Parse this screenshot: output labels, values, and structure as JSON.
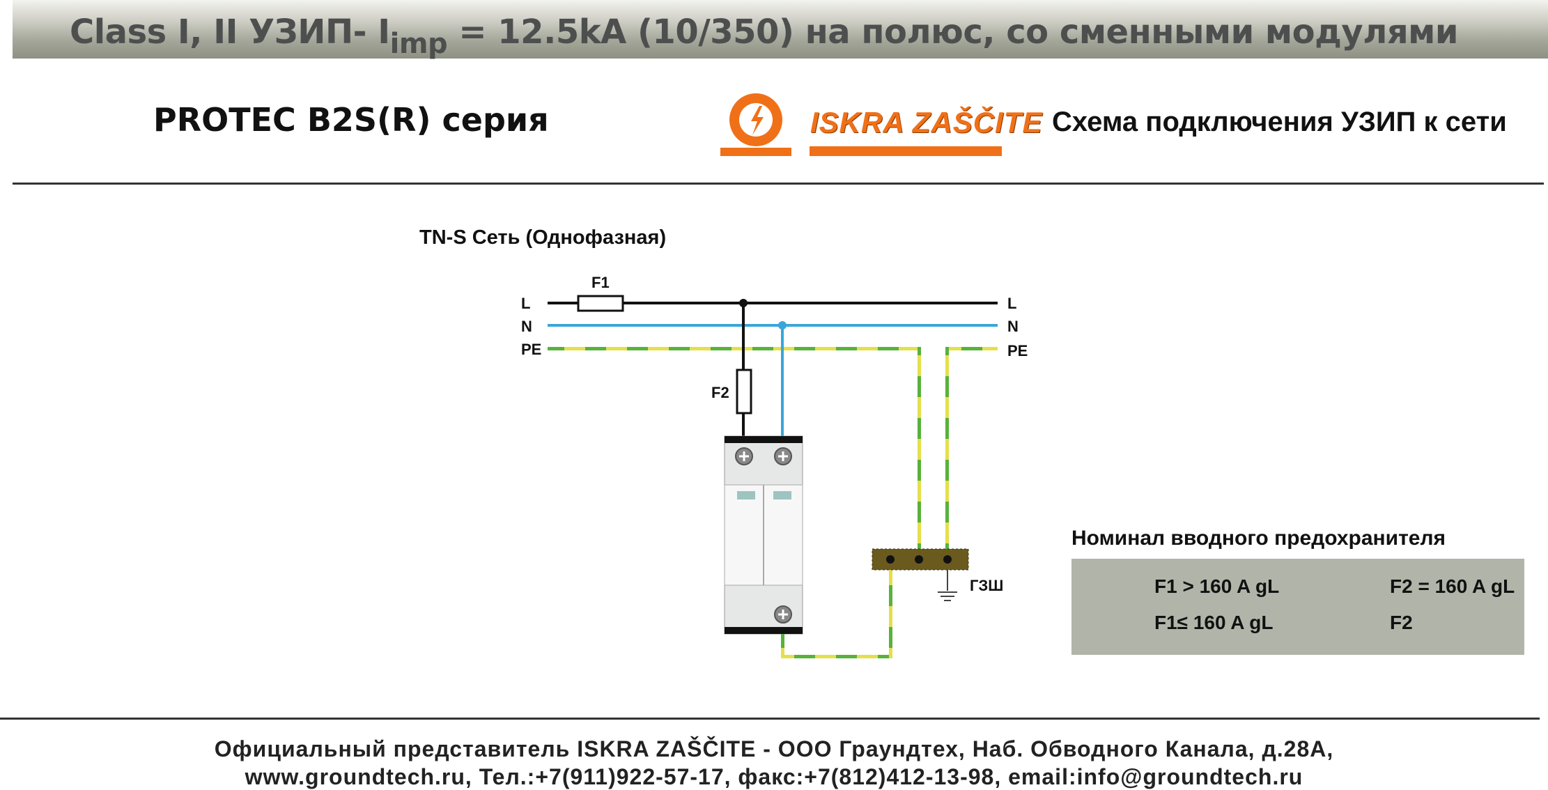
{
  "header": {
    "title_prefix": "Class I, II УЗИП- I",
    "title_sub": "imp",
    "title_suffix": " = 12.5kA (10/350) на полюс, со сменными модулями"
  },
  "series_title": "PROTEC B2S(R) серия",
  "logo": {
    "text": "ISKRA ZAŠČITE",
    "color": "#f07018"
  },
  "scheme_title": "Схема подключения УЗИП к сети",
  "diagram": {
    "network_title": "TN-S  Сеть (Однофазная)",
    "conductors": {
      "left": [
        "L",
        "N",
        "PE"
      ],
      "right": [
        "L",
        "N",
        "PE"
      ]
    },
    "fuse1_label": "F1",
    "fuse2_label": "F2",
    "ground_bar_label": "ГЗШ",
    "colors": {
      "L": "#111111",
      "N": "#3aa6d8",
      "PE_green": "#58b23a",
      "PE_yellow": "#e4e04a",
      "bar": "#6a5a1e"
    }
  },
  "legend": {
    "title": "Номинал вводного предохранителя",
    "row1": {
      "left": "F1 > 160 A gL",
      "right": "F2 = 160 A gL"
    },
    "row2": {
      "left": "F1≤ 160 A gL",
      "right": "F2"
    }
  },
  "footer": {
    "line1": "Официальный представитель  ISKRA ZAŠČITE - ООО Граундтех, Наб. Обводного Канала, д.28А,",
    "line2": "www.groundtech.ru, Тел.:+7(911)922-57-17, факс:+7(812)412-13-98, email:info@groundtech.ru"
  }
}
